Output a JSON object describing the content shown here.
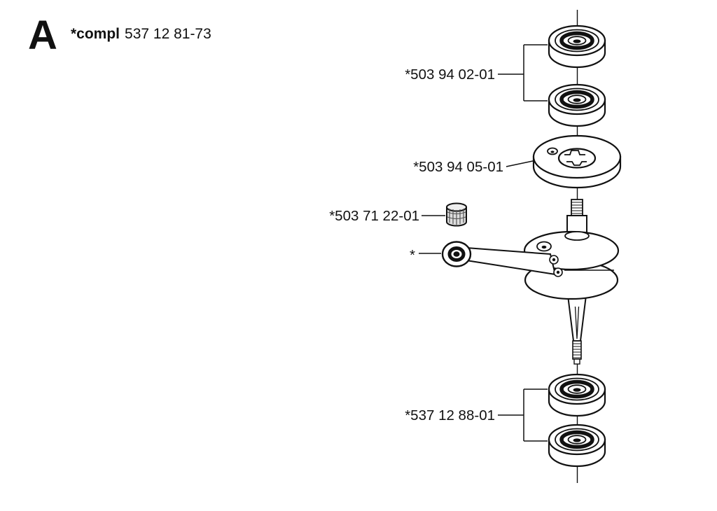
{
  "header": {
    "section_letter": "A",
    "assembly_label": "*compl",
    "assembly_number": "537 12 81-73"
  },
  "callouts": {
    "bearing_top_pair": "*503 94 02-01",
    "crank_washer": "*503 94 05-01",
    "needle_bearing": "*503 71 22-01",
    "connecting_rod": "*",
    "bearing_bottom_pair": "*537 12 88-01"
  },
  "colors": {
    "ink": "#111111",
    "background": "#ffffff",
    "cage_fill": "#dddddd"
  }
}
